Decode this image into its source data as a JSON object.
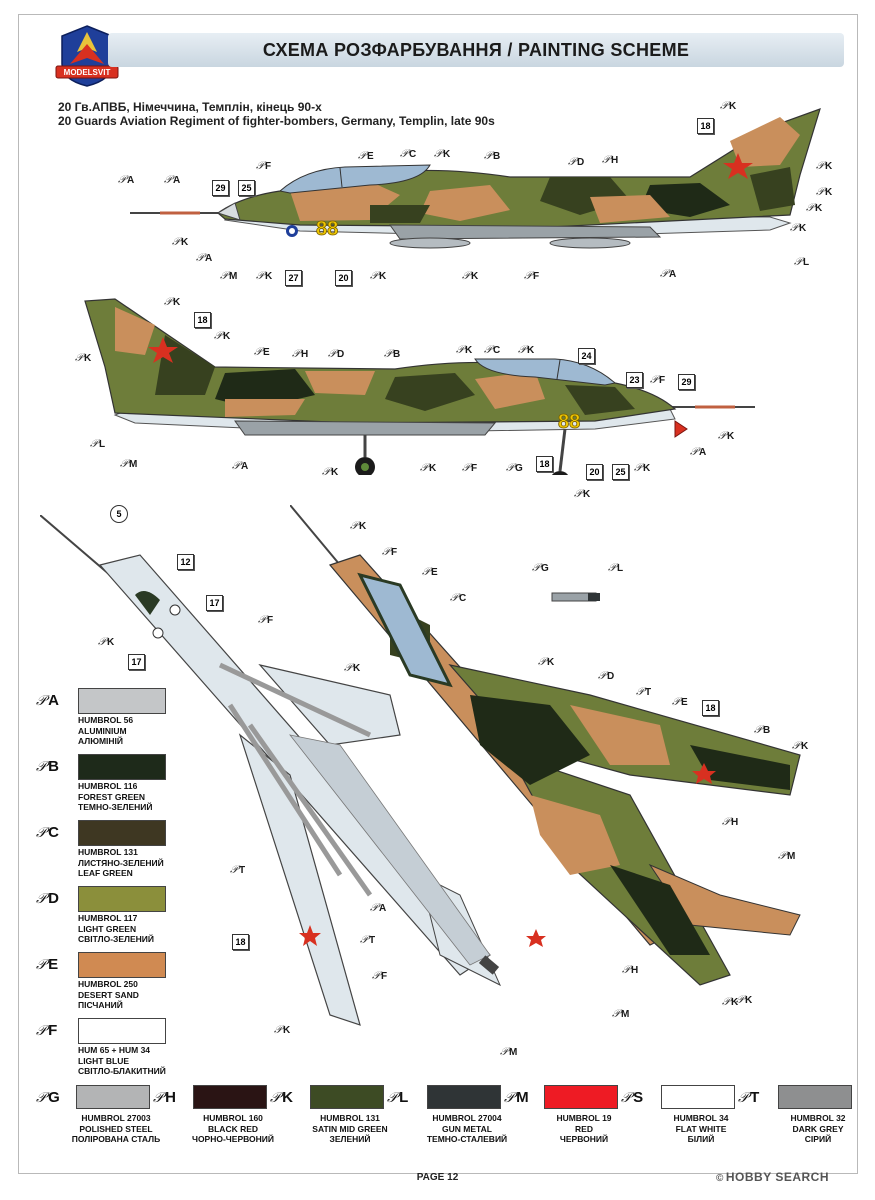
{
  "header": {
    "logo_text": "MODELSVIT",
    "title": "СХЕМА РОЗФАРБУВАННЯ / PAINTING SCHEME"
  },
  "subtitle": {
    "line1": "20 Гв.АПВБ, Німеччина, Темплін, кінець 90-х",
    "line2": "20 Guards Aviation Regiment of fighter-bombers, Germany, Templin, late 90s"
  },
  "aircraft": {
    "tail_number": "88",
    "colors": {
      "camo_brown": "#c98f5c",
      "camo_dark_green": "#37411f",
      "camo_mid_green": "#6e7d3a",
      "camo_light_green": "#8d9a46",
      "camo_dark": "#1f2a17",
      "underside": "#dfe7ec",
      "underside_panel": "#c5ced5",
      "red_star": "#d83020",
      "yellow_number": "#f0c800",
      "canopy": "#9eb9d2"
    }
  },
  "callouts": {
    "side1": [
      "A",
      "A",
      "F",
      "E",
      "C",
      "K",
      "B",
      "D",
      "H",
      "K",
      "K",
      "K",
      "K",
      "K",
      "A",
      "M",
      "K",
      "K",
      "K",
      "F",
      "A",
      "L",
      "K"
    ],
    "side2": [
      "K",
      "K",
      "K",
      "E",
      "H",
      "D",
      "B",
      "K",
      "C",
      "K",
      "F",
      "A",
      "K",
      "L",
      "M",
      "A",
      "K",
      "F",
      "G",
      "K",
      "K",
      "K"
    ],
    "bottom": [
      "F",
      "K",
      "K",
      "A",
      "T",
      "T",
      "F",
      "K"
    ],
    "top": [
      "K",
      "F",
      "E",
      "C",
      "K",
      "D",
      "T",
      "E",
      "B",
      "K",
      "H",
      "M",
      "H",
      "K",
      "M",
      "K",
      "M"
    ],
    "detail": [
      "G",
      "L"
    ]
  },
  "numbers": {
    "side1": [
      "18",
      "29",
      "25",
      "27",
      "20"
    ],
    "side2": [
      "18",
      "24",
      "23",
      "29",
      "18",
      "20",
      "25"
    ],
    "bottom": [
      "5",
      "12",
      "17",
      "17",
      "18"
    ],
    "top": [
      "18"
    ]
  },
  "legend_left": [
    {
      "letter": "A",
      "swatch": "#c4c6c8",
      "lines": [
        "HUMBROL 56",
        "ALUMINIUM",
        "АЛЮМІНІЙ"
      ]
    },
    {
      "letter": "B",
      "swatch": "#1e2a1a",
      "lines": [
        "HUMBROL 116",
        "FOREST GREEN",
        "ТЕМНО-ЗЕЛЕНИЙ"
      ]
    },
    {
      "letter": "C",
      "swatch": "#3e3722",
      "lines": [
        "HUMBROL 131",
        "ЛИСТЯНО-ЗЕЛЕНИЙ",
        "LEAF GREEN"
      ]
    },
    {
      "letter": "D",
      "swatch": "#8b8f3b",
      "lines": [
        "HUMBROL 117",
        "LIGHT GREEN",
        "СВІТЛО-ЗЕЛЕНИЙ"
      ]
    },
    {
      "letter": "E",
      "swatch": "#d08a52",
      "lines": [
        "HUMBROL 250",
        "DESERT SAND",
        "ПІСЧАНИЙ"
      ]
    },
    {
      "letter": "F",
      "swatch": "#ffffff",
      "lines": [
        "HUM 65 + HUM 34",
        "LIGHT BLUE",
        "СВІТЛО-БЛАКИТНИЙ"
      ]
    }
  ],
  "legend_bottom": [
    {
      "letter": "G",
      "swatch": "#b3b4b5",
      "lines": [
        "HUMBROL 27003",
        "POLISHED STEEL",
        "ПОЛІРОВАНА СТАЛЬ"
      ]
    },
    {
      "letter": "H",
      "swatch": "#2a1414",
      "lines": [
        "HUMBROL 160",
        "BLACK RED",
        "ЧОРНО-ЧЕРВОНИЙ"
      ]
    },
    {
      "letter": "K",
      "swatch": "#3d4b24",
      "lines": [
        "HUMBROL 131",
        "SATIN MID GREEN",
        "ЗЕЛЕНИЙ"
      ]
    },
    {
      "letter": "L",
      "swatch": "#2f3436",
      "lines": [
        "HUMBROL 27004",
        "GUN METAL",
        "ТЕМНО-СТАЛЕВИЙ"
      ]
    },
    {
      "letter": "M",
      "swatch": "#ee1b24",
      "lines": [
        "HUMBROL 19",
        "RED",
        "ЧЕРВОНИЙ"
      ]
    },
    {
      "letter": "S",
      "swatch": "#ffffff",
      "lines": [
        "HUMBROL 34",
        "FLAT WHITE",
        "БІЛИЙ"
      ]
    },
    {
      "letter": "T",
      "swatch": "#8e8f90",
      "lines": [
        "HUMBROL 32",
        "DARK GREY",
        "СІРИЙ"
      ]
    }
  ],
  "footer": {
    "page": "PAGE 12",
    "watermark": "HOBBY SEARCH",
    "watermark_symbol": "©"
  }
}
